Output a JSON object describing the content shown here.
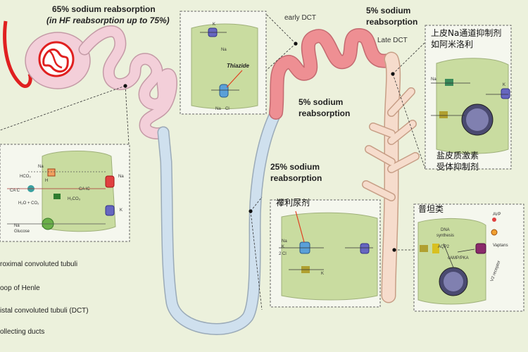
{
  "labels": {
    "proximal_pct": "65% sodium reabsorption",
    "proximal_hf": "(in HF reabsorption up to 75%)",
    "early_dct": "early DCT",
    "late_dct": "Late DCT",
    "late_pct_line1": "5% sodium",
    "late_pct_line2": "reabsorption",
    "early_pct_line1": "5% sodium",
    "early_pct_line2": "reabsorption",
    "loop_pct_line1": "25% sodium",
    "loop_pct_line2": "reabsorption",
    "enac_line1": "上皮Na通道抑制剂",
    "enac_line2": "如阿米洛利",
    "mra_line1": "盐皮质激素",
    "mra_line2": "受体抑制剂",
    "loop_diuretic": "襻利尿剂",
    "vaptan": "普坦类",
    "thiazide": "Thiazide"
  },
  "legend": [
    "roximal convoluted tubuli",
    "oop of Henle",
    "istal convoluted tubuli (DCT)",
    "ollecting ducts"
  ],
  "cell_labels": {
    "na": "Na",
    "k": "K",
    "cl": "Cl",
    "two_cl": "2 Cl",
    "hco3": "HCO₃",
    "h": "H",
    "ca_c": "CA C",
    "ca_ic": "CA IC",
    "h2co3": "H₂CO₃",
    "h2o_co2": "H₂O + CO₂",
    "glucose": "Glucose",
    "dna": "DNA",
    "synthesis": "synthesis",
    "aqp2": "AQP2",
    "camp_pka": "cAMP/PKA",
    "avp": "AVP",
    "vaptans": "Vaptans",
    "v2_receptor": "V2 receptor"
  },
  "colors": {
    "background": "#ecf1dc",
    "proximal": "#f3cfd9",
    "loop": "#cfe0ee",
    "dct": "#ee8f93",
    "collecting": "#f6dccc",
    "glomerulus": "#e02020",
    "cell": "#c9dca0"
  }
}
